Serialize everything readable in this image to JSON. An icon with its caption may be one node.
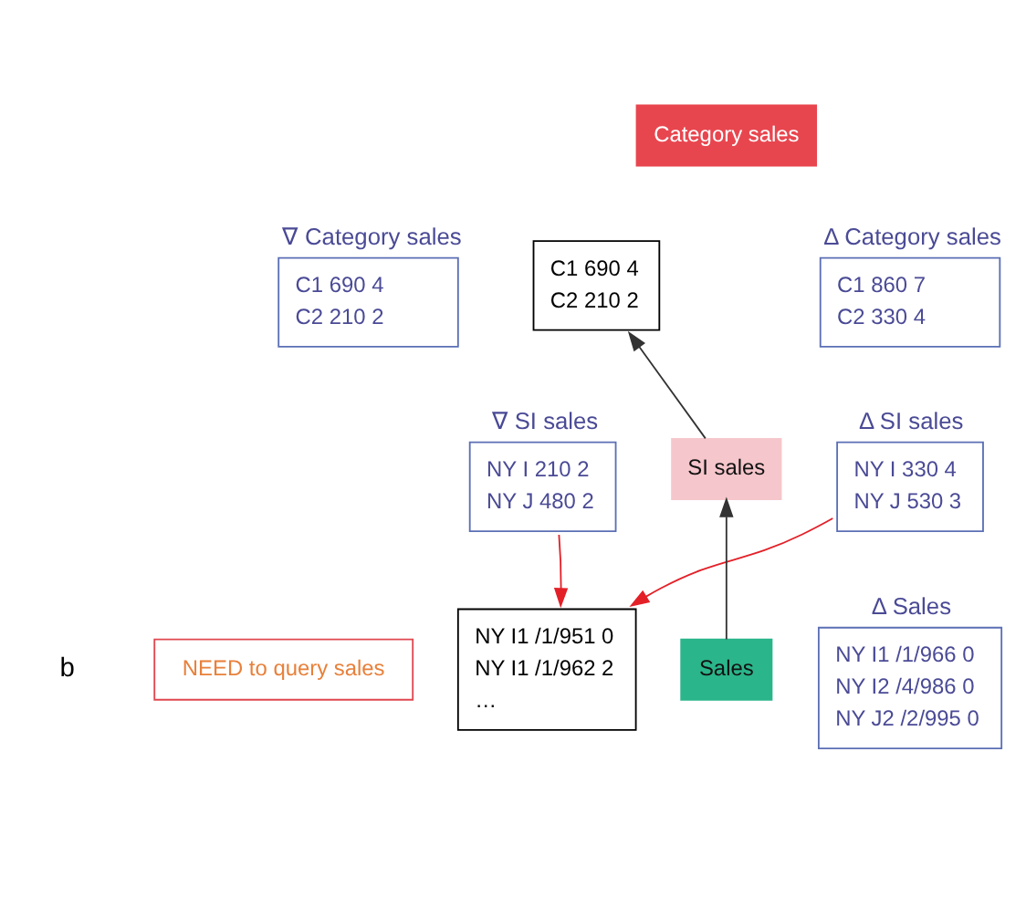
{
  "diagram": {
    "nodes": [
      {
        "text": [
          "∇ Category sales",
          "C1 690 4",
          "C2 210 2"
        ]
      },
      {
        "text": [
          "Category sales"
        ]
      },
      {
        "text": [
          "Δ Category sales",
          "C1 860 7",
          "C2 330 4"
        ]
      },
      {
        "text": [
          "C1 690 4",
          "C2 210 2"
        ]
      },
      {
        "text": [
          "∇ SI sales",
          "NY I 210 2",
          "NY J 480 2"
        ]
      },
      {
        "text": [
          "SI sales"
        ]
      },
      {
        "text": [
          "Δ SI sales",
          "NY I 330 4",
          "NY J 530 3"
        ]
      },
      {
        "text": [
          "NEED to query sales"
        ]
      },
      {
        "text": [
          "Sales"
        ]
      },
      {
        "text": [
          "Δ Sales",
          "NY I1 /1/966 0",
          "NY I2 /4/986 0",
          "NY J2 /2/995 0"
        ]
      },
      {
        "text": [
          "NY I1 /1/951 0",
          "NY I1 /1/962 2",
          "…"
        ]
      }
    ],
    "edges": [
      {
        "from": 8,
        "to": 5,
        "arrow": "to"
      },
      {
        "from": 5,
        "to": 3,
        "arrow": "to"
      },
      {
        "from": 4,
        "to": 10,
        "arrow": "to",
        "color": "#e32028"
      },
      {
        "from": 6,
        "to": 10,
        "arrow": "to",
        "color": "#e32028"
      }
    ],
    "labels": [
      "b"
    ]
  }
}
